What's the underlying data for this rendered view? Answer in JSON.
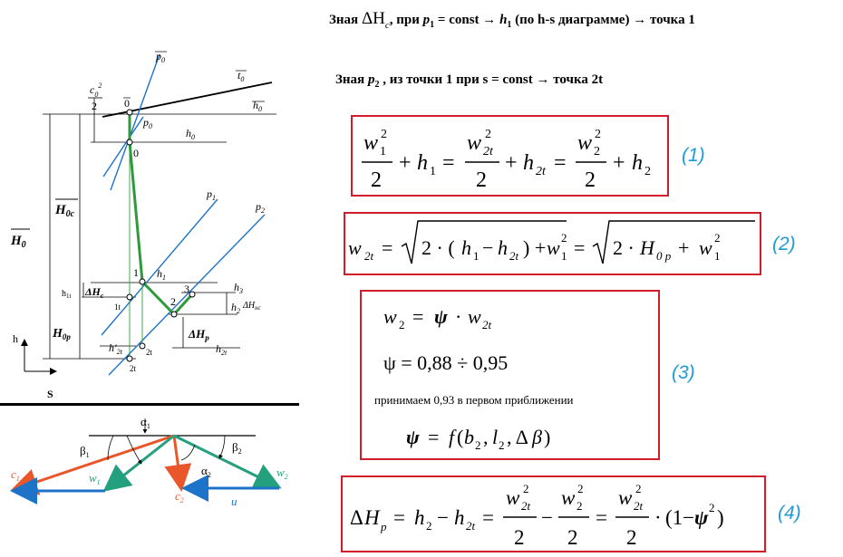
{
  "header": {
    "line1_a": "Зная ",
    "line1_sym": "ΔH",
    "line1_sub": "c",
    "line1_b": ", при ",
    "line1_c": "p",
    "line1_c_sub": "1",
    "line1_d": " = const  → ",
    "line1_e": "h",
    "line1_e_sub": "1",
    "line1_f": "  (по h-s диаграмме) → точка 1",
    "line2_a": "Зная ",
    "line2_b": "p",
    "line2_b_sub": "2",
    "line2_c": " , из точки 1 при s = const  → точка 2t"
  },
  "equations": {
    "eq1_num": "(1)",
    "eq2_num": "(2)",
    "eq3_num": "(3)",
    "eq4_num": "(4)",
    "psi_range": "ψ = 0,88 ÷ 0,95",
    "psi_note": "принимаем 0,93 в первом приближении"
  },
  "hs_diagram": {
    "labels": {
      "c0": "c",
      "c0_sub": "0",
      "c0_sup": "2",
      "two": "2",
      "p0bar": "p",
      "p0bar_sub": "0",
      "t0bar": "t",
      "t0bar_sub": "0",
      "h0bar": "h",
      "h0bar_sub": "0",
      "zero_bar": "0",
      "p0": "p",
      "p0_sub": "0",
      "h0": "h",
      "h0_sub": "0",
      "zero": "0",
      "H0c": "H",
      "H0c_sub": "0c",
      "H0": "H",
      "H0_sub": "0",
      "p1": "p",
      "p1_sub": "1",
      "p2": "p",
      "p2_sub": "2",
      "h1t": "h",
      "h1t_sub": "1t",
      "dHc": "ΔH",
      "dHc_sub": "c",
      "one": "1",
      "h1": "h",
      "h1_sub": "1",
      "pt1t": "1t",
      "two_pt": "2",
      "three": "3",
      "h3": "h",
      "h3_sub": "3",
      "h2": "h",
      "h2_sub": "2",
      "dHnc": "ΔH",
      "dHnc_sub": "нс",
      "H0p": "H",
      "H0p_sub": "0p",
      "dHp": "ΔH",
      "dHp_sub": "p",
      "h2prime": "h'",
      "h2prime_sub": "2t",
      "pt2t": "2t",
      "h2t": "h",
      "h2t_sub": "2t",
      "pt2t_low": "2t",
      "axis_h": "h",
      "axis_s": "S"
    }
  },
  "velocity_triangle": {
    "alpha1": "α",
    "alpha1_sub": "1",
    "beta1": "β",
    "beta1_sub": "1",
    "beta2": "β",
    "beta2_sub": "2",
    "alpha2": "α",
    "alpha2_sub": "2",
    "c1": "c",
    "c1_sub": "1",
    "w1": "w",
    "w1_sub": "1",
    "c2": "c",
    "c2_sub": "2",
    "u": "u",
    "w2": "w",
    "w2_sub": "2"
  },
  "colors": {
    "box_red": "#d11c2a",
    "eq_num_blue": "#1e9bd7",
    "green": "#2f9a3c",
    "line_blue": "#1d73c8",
    "arrow_orange": "#e8562a",
    "arrow_teal": "#24a07e"
  }
}
